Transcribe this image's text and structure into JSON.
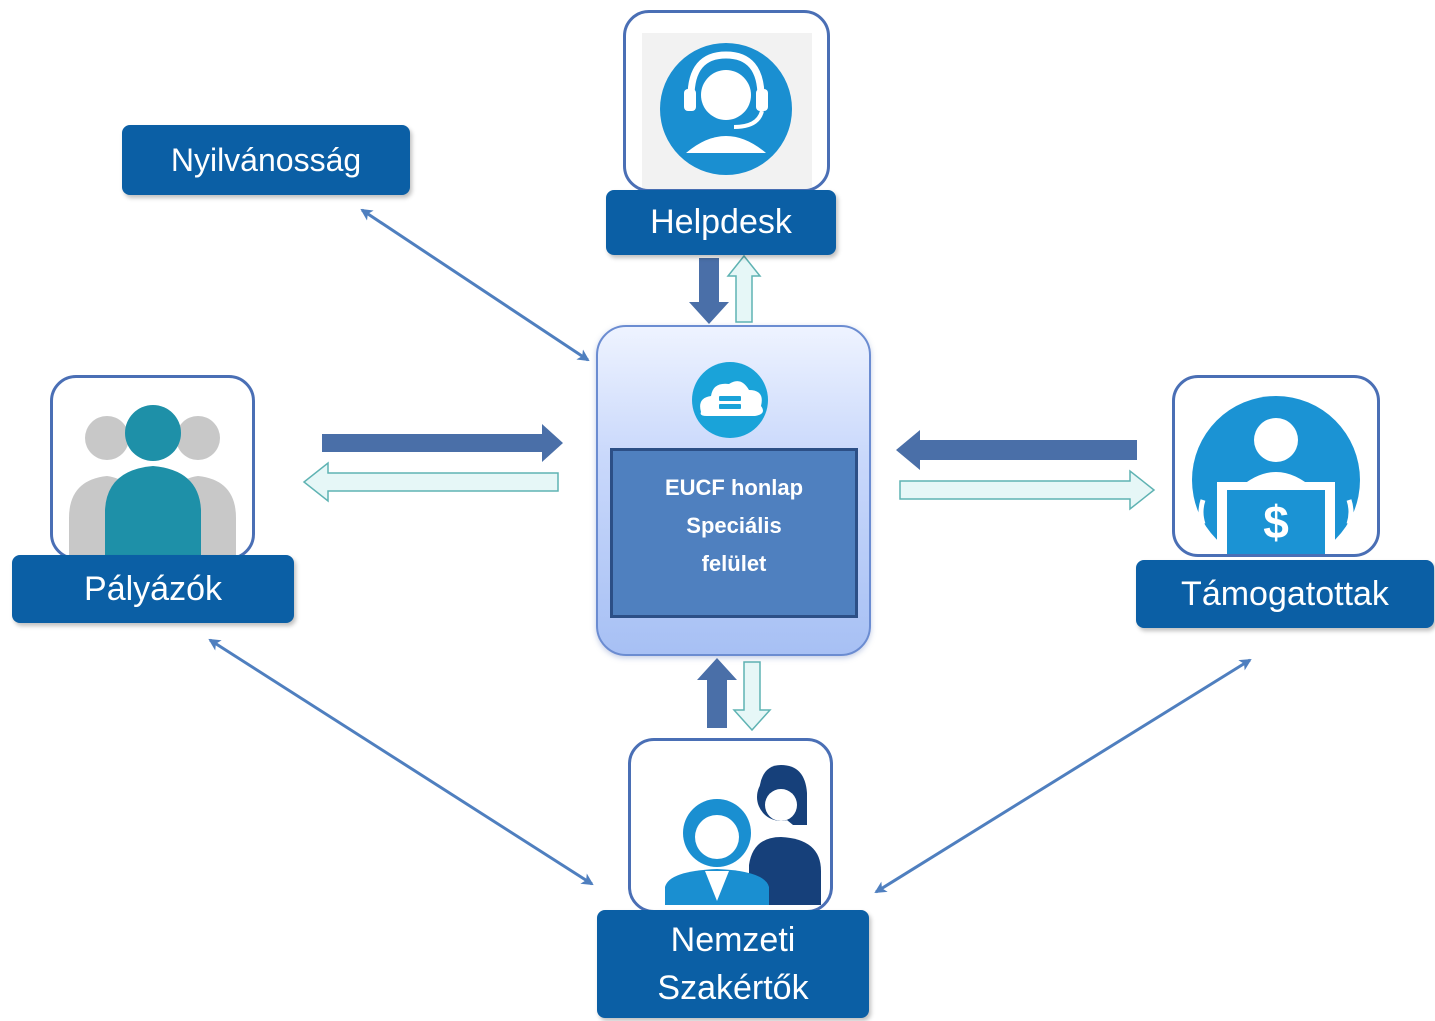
{
  "nodes": {
    "nyilvanossag": {
      "label": "Nyilvánosság"
    },
    "helpdesk": {
      "label": "Helpdesk"
    },
    "palyazok": {
      "label": "Pályázók"
    },
    "tamogatottak": {
      "label": "Támogatottak"
    },
    "nemzeti": {
      "label_line1": "Nemzeti",
      "label_line2": "Szakértők"
    }
  },
  "center": {
    "line1": "EUCF honlap",
    "line2": "Speciális",
    "line3": "felület"
  },
  "icons": {
    "helpdesk": "headset-agent-icon",
    "palyazok": "user-group-icon",
    "tamogatottak": "funded-user-icon",
    "nemzeti": "experts-icon",
    "center": "cloud-server-icon"
  },
  "colors": {
    "label_bg": "#0b5fa5",
    "frame_border": "#4a6fb5",
    "solid_arrow": "#4a6fa8",
    "hollow_arrow_fill": "#e6f7f7",
    "hollow_arrow_stroke": "#5fb3b3",
    "thin_arrow": "#4f7fbf"
  }
}
